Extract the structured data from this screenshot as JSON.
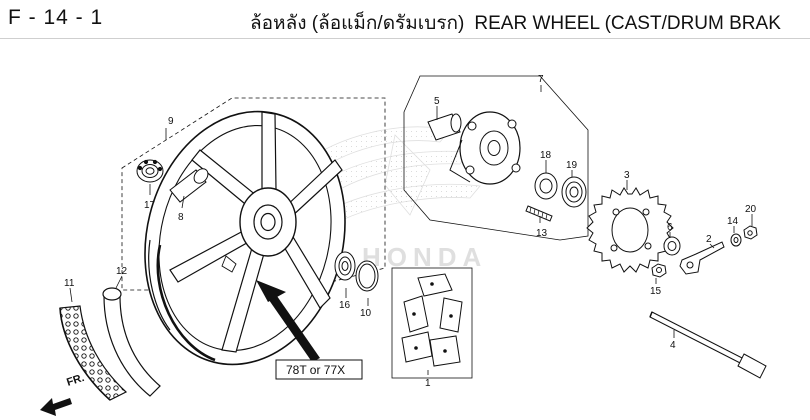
{
  "header": {
    "page_code": "F - 14 - 1",
    "title_thai": "ล้อหลัง (ล้อแม็ก/ดรัมเบรก)",
    "title_en": "REAR WHEEL (CAST/DRUM BRAK"
  },
  "watermark": {
    "brand": "HONDA"
  },
  "diagram": {
    "callouts": {
      "c1": "1",
      "c2": "2",
      "c3": "3",
      "c4": "4",
      "c5": "5",
      "c6": "6",
      "c7": "7",
      "c8": "8",
      "c9": "9",
      "c10": "10",
      "c11": "11",
      "c12": "12",
      "c13": "13",
      "c14": "14",
      "c15": "15",
      "c16": "16",
      "c17": "17",
      "c18": "18",
      "c19": "19",
      "c20": "20"
    },
    "variant_label": "78T or 77X",
    "direction_label": "FR."
  },
  "colors": {
    "ink": "#111111",
    "watermark": "#d9d9d9",
    "rule": "#cfcfcf"
  }
}
